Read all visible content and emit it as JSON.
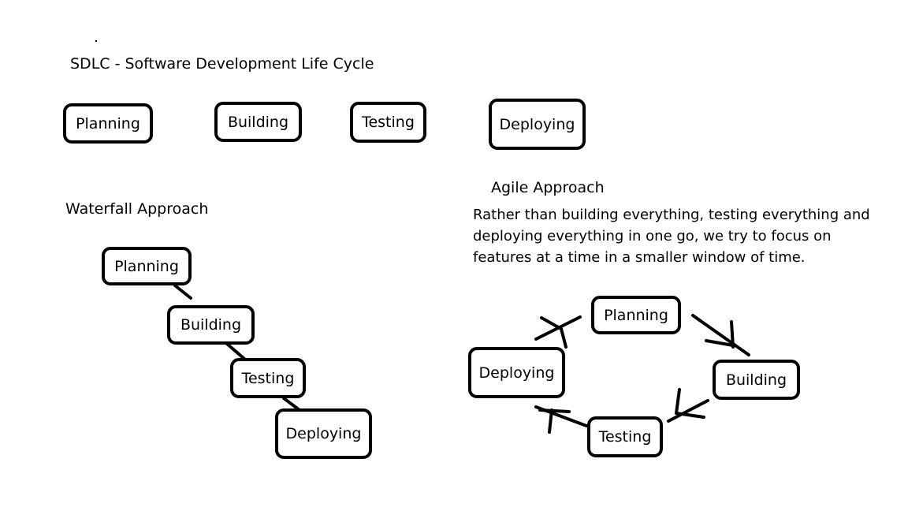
{
  "title": "SDLC - Software Development Life Cycle",
  "phases": [
    "Planning",
    "Building",
    "Testing",
    "Deploying"
  ],
  "waterfall": {
    "heading": "Waterfall Approach",
    "steps": [
      "Planning",
      "Building",
      "Testing",
      "Deploying"
    ]
  },
  "agile": {
    "heading": "Agile Approach",
    "description_lines": [
      "Rather than building everything, testing everything and",
      "deploying everything in one go, we try to focus on",
      "features at a time in a smaller window of time."
    ],
    "cycle": [
      "Planning",
      "Building",
      "Testing",
      "Deploying"
    ]
  }
}
